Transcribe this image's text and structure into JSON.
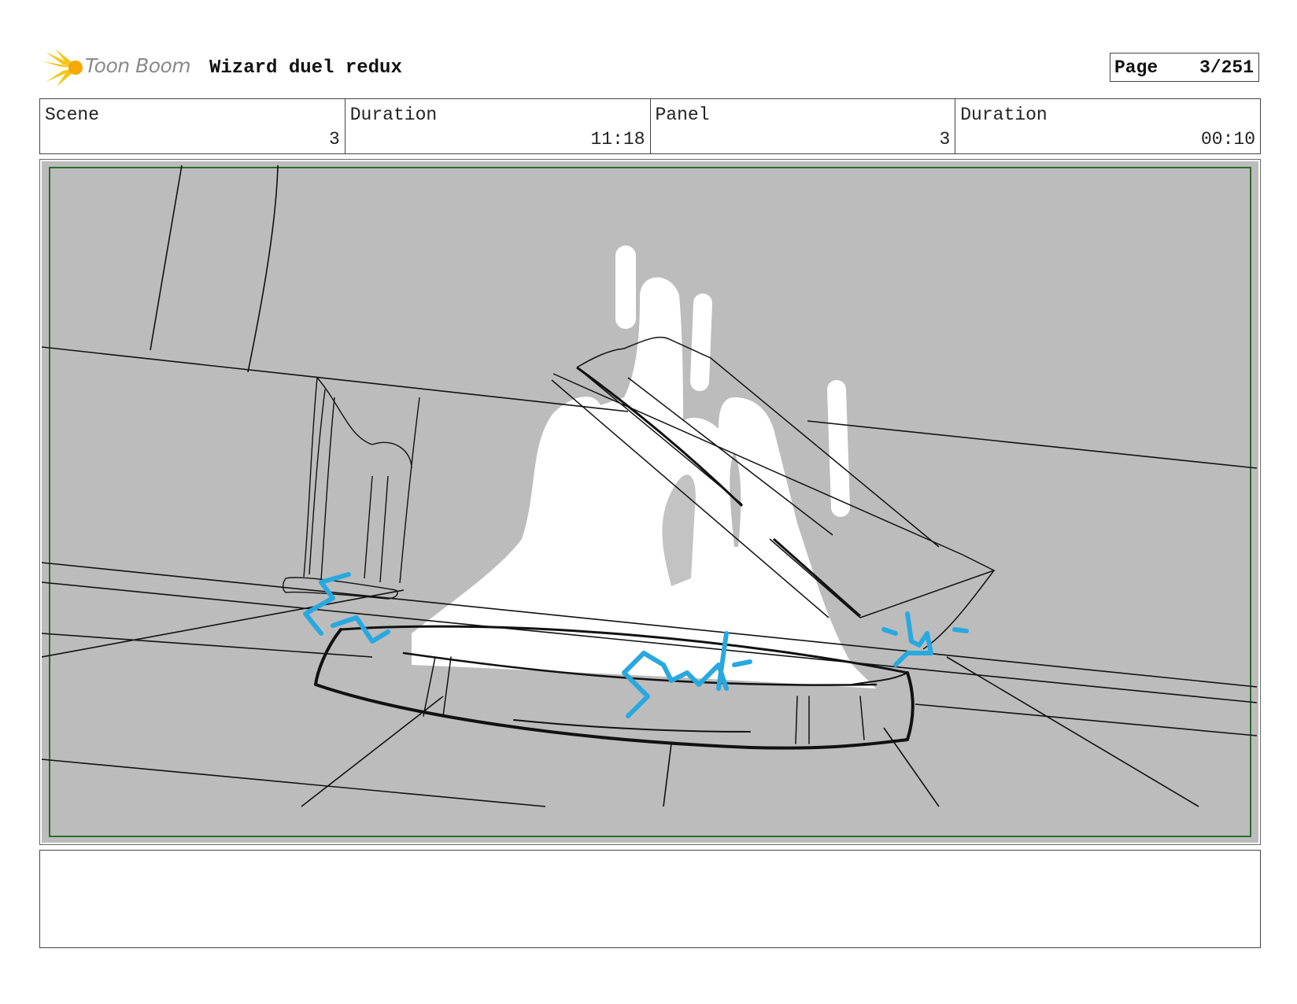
{
  "header": {
    "logo_text": "Toon Boom",
    "project_title": "Wizard duel redux",
    "page_label": "Page",
    "page_value": "3/251"
  },
  "info": [
    {
      "label": "Scene",
      "value": "3"
    },
    {
      "label": "Duration",
      "value": "11:18"
    },
    {
      "label": "Panel",
      "value": "3"
    },
    {
      "label": "Duration",
      "value": "00:10"
    }
  ],
  "panel": {
    "background_color": "#bcbcbc",
    "safe_frame_color": "#2e6b2e",
    "fx_color": "#29a8e0"
  },
  "notes": ""
}
